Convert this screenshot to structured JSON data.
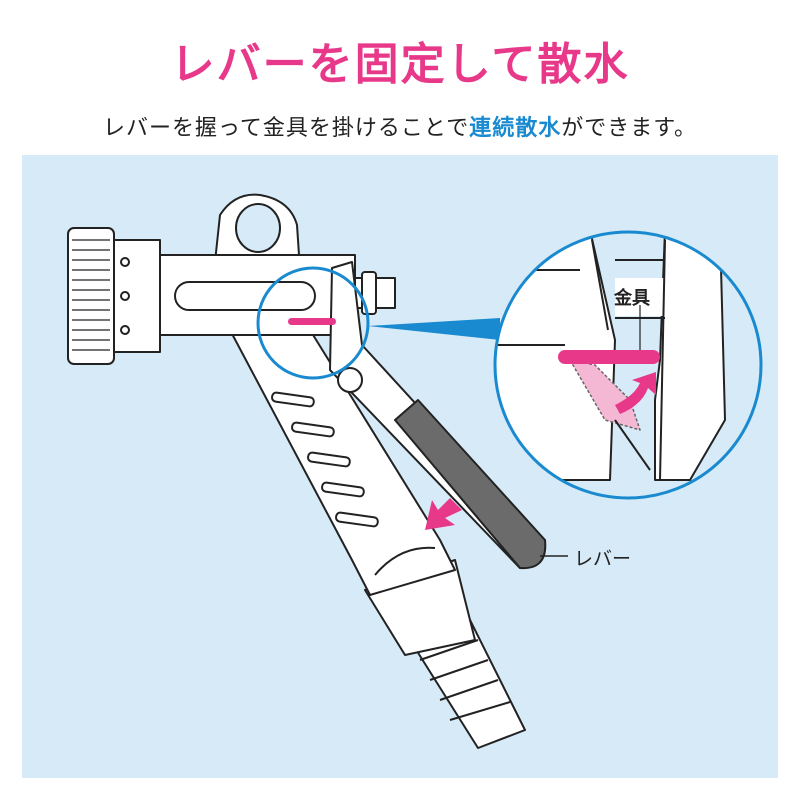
{
  "title": "レバーを固定して散水",
  "subtitle": {
    "before": "レバーを握って金具を掛けることで",
    "highlight": "連続散水",
    "after": "ができます。"
  },
  "labels": {
    "fitting": "金具",
    "lever": "レバー"
  },
  "colors": {
    "accent_pink": "#e8388a",
    "accent_blue": "#1a8ad0",
    "panel_bg": "#d6eaf7",
    "lever_grip": "#6b6b6b"
  }
}
